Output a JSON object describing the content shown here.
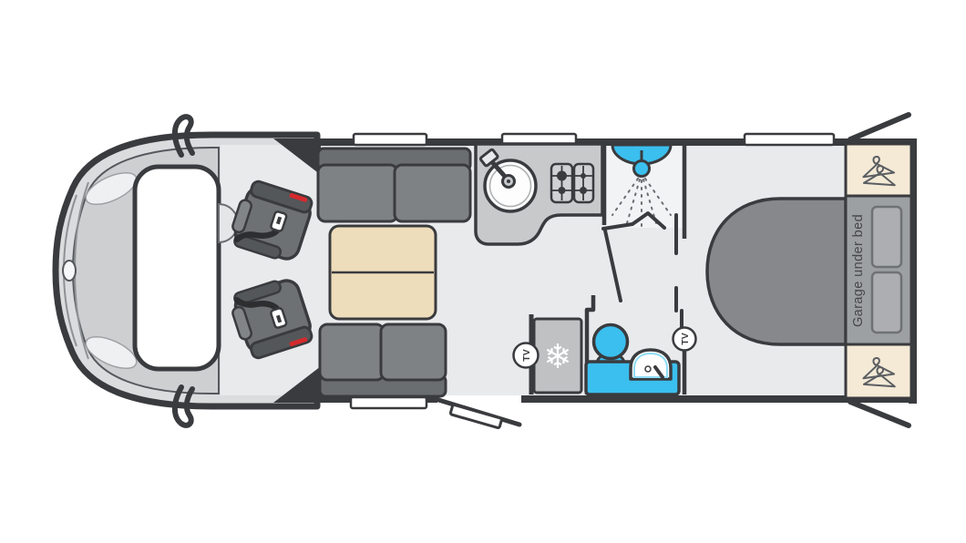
{
  "diagram": {
    "title": "motorhome-floorplan-top-view",
    "labels": {
      "garage_under_bed": "Garage under bed",
      "tv_lounge": "TV",
      "tv_bedroom": "TV"
    },
    "icons": {
      "snowflake": "❄"
    },
    "features": [
      {
        "id": "cab",
        "desc": "vehicle cab with windscreen and wing mirrors"
      },
      {
        "id": "swivel-seat-front",
        "desc": "belted swivel cab seat"
      },
      {
        "id": "swivel-seat-rear",
        "desc": "belted swivel cab seat"
      },
      {
        "id": "front-bench-seat",
        "desc": "two-cushion bench seat"
      },
      {
        "id": "rear-bench-seat",
        "desc": "two-cushion bench seat"
      },
      {
        "id": "table",
        "desc": "folding two-leaf table"
      },
      {
        "id": "kitchen-counter",
        "desc": "kitchen worktop"
      },
      {
        "id": "sink",
        "desc": "round sink with tap"
      },
      {
        "id": "hob",
        "desc": "four-burner hob"
      },
      {
        "id": "shower-room",
        "desc": "shower cubicle with shower head"
      },
      {
        "id": "washroom",
        "desc": "toilet and basin"
      },
      {
        "id": "fridge",
        "desc": "fridge-freezer (snowflake icon)"
      },
      {
        "id": "bed",
        "desc": "rear island bed"
      },
      {
        "id": "garage",
        "desc": "storage garage under bed"
      },
      {
        "id": "wardrobe-top",
        "desc": "wardrobe with hanger icon"
      },
      {
        "id": "wardrobe-bottom",
        "desc": "wardrobe with hanger icon"
      },
      {
        "id": "entry-door",
        "desc": "habitation entry door shown open"
      },
      {
        "id": "rear-doors",
        "desc": "rear garage doors shown open"
      },
      {
        "id": "windows",
        "desc": "four windows"
      }
    ],
    "colors": {
      "wall_dark": "#3a3b3e",
      "floor_light": "#e9eaec",
      "accent_blue": "#3bbfee",
      "seat_gray": "#7f8285",
      "bed_gray": "#86888b",
      "table_beige": "#eeddbb",
      "wardrobe_cream": "#f4ead6",
      "counter_gray": "#c7c9cb",
      "belt_red": "#d42a2e"
    }
  }
}
